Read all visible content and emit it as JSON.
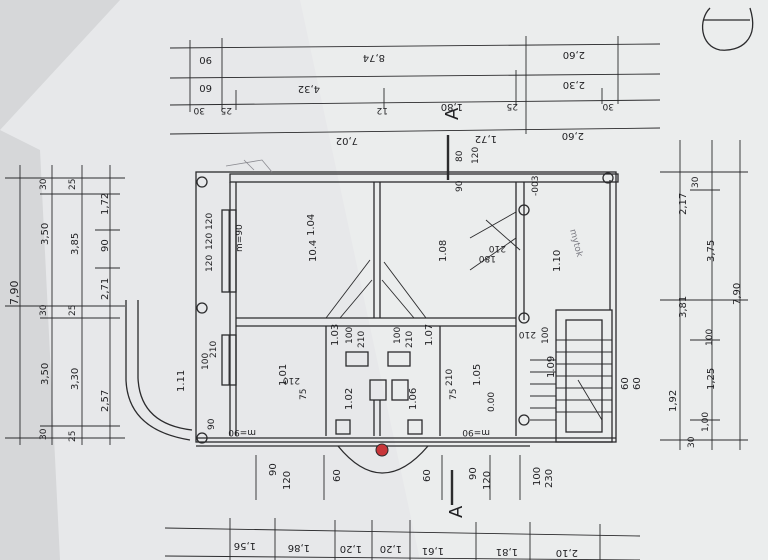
{
  "top_dims": {
    "row1": [
      "90",
      "8,74",
      "2,60"
    ],
    "row2": [
      "60",
      "4,32",
      "2,30"
    ],
    "row3": [
      "30",
      "25",
      "12",
      "1,80",
      "25",
      "30"
    ],
    "row4": [
      "7,02",
      "1,72",
      "2,60"
    ]
  },
  "left_dims": {
    "total": "7,90",
    "row_a": [
      "30",
      "3,50",
      "30",
      "3,50",
      "30"
    ],
    "row_b": [
      "25",
      "3,85",
      "25",
      "3,30",
      "25"
    ],
    "row_c": [
      "1,72",
      "90",
      "2,71",
      "2,57"
    ]
  },
  "right_dims": {
    "total": "7,90",
    "row_a": [
      "3,81",
      "1,92"
    ],
    "row_b": [
      "2,17",
      "3,75",
      "1,25",
      "60",
      "60"
    ],
    "row_c": [
      "30",
      "100",
      "1,00",
      "30"
    ]
  },
  "bottom_dims": {
    "row1": [
      "1,56",
      "1,86",
      "1,20",
      "1,20",
      "1,61",
      "1,81",
      "2,10"
    ],
    "row2": [
      "90",
      "120",
      "60",
      "60",
      "90",
      "120",
      "100",
      "230"
    ]
  },
  "rooms": [
    "10.4",
    "1.08",
    "1.10",
    "1.11",
    "1.01",
    "1.05",
    "1.02",
    "1.06",
    "1.03",
    "1.07",
    "1.09",
    "1.04"
  ],
  "openings": {
    "window_top": [
      "80",
      "120",
      "90"
    ],
    "window_left": [
      "120",
      "120",
      "120",
      "90",
      "100",
      "210"
    ],
    "door_kitchen": [
      "210",
      "180"
    ],
    "door_center": [
      "100",
      "210",
      "100",
      "210"
    ],
    "door_stairs": [
      "210",
      "100"
    ],
    "door_left": [
      "100",
      "210"
    ],
    "misc": [
      "75",
      "210",
      "75",
      "210",
      "90",
      "90",
      "210"
    ]
  },
  "section_marks": [
    "A",
    "A"
  ],
  "annotations": [
    "m=90",
    "m=90",
    "m=90",
    "-003",
    "0.00"
  ]
}
